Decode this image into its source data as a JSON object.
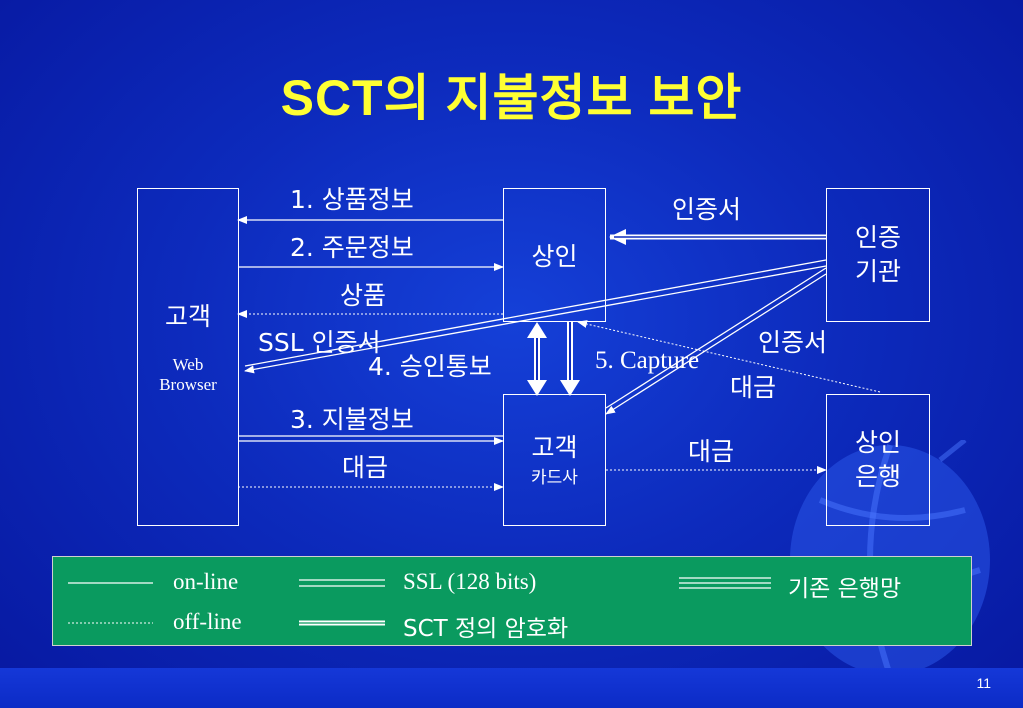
{
  "title": "SCT의 지불정보 보안",
  "nodes": {
    "customer": {
      "label": "고객",
      "sub1": "Web",
      "sub2": "Browser"
    },
    "merchant": {
      "label": "상인"
    },
    "ca": {
      "line1": "인증",
      "line2": "기관"
    },
    "card_company": {
      "label": "고객",
      "sub": "카드사"
    },
    "merchant_bank": {
      "line1": "상인",
      "line2": "은행"
    }
  },
  "edges": {
    "e1": "1. 상품정보",
    "e2": "2. 주문정보",
    "goods": "상품",
    "ssl_cert": "SSL 인증서",
    "e4": "4. 승인통보",
    "e5": "5. Capture",
    "cert_top": "인증서",
    "cert_mid": "인증서",
    "payment_mid": "대금",
    "e3": "3. 지불정보",
    "payment_left": "대금",
    "payment_right": "대금"
  },
  "legend": {
    "online": "on-line",
    "offline": "off-line",
    "ssl": "SSL (128 bits)",
    "sct": "SCT 정의 암호화",
    "existing": "기존 은행망"
  },
  "page_number": "11",
  "colors": {
    "background": "#0d2bbd",
    "title": "#ffff33",
    "legend_bg": "#0a9a5f"
  }
}
